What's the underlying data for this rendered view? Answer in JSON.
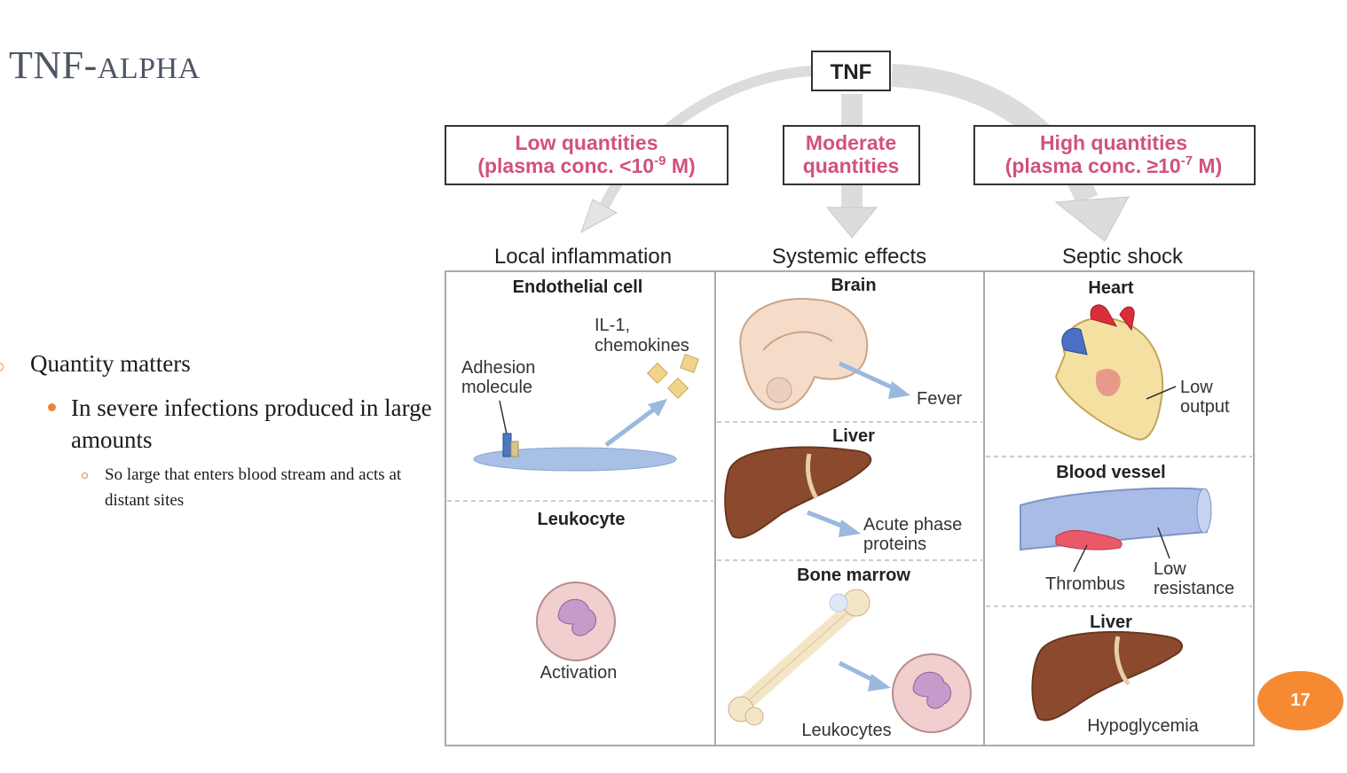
{
  "slide": {
    "title_main": "TNF-",
    "title_rest": "ALPHA",
    "bullet_1": "Quantity matters",
    "bullet_2": "In severe infections produced in large amounts",
    "bullet_3": "So large that enters blood stream and acts at distant sites",
    "page_number": "17"
  },
  "diagram": {
    "source": "TNF",
    "levels": [
      {
        "line1": "Low quantities",
        "line2": "(plasma conc. <10",
        "exp": "-9",
        "end": " M)"
      },
      {
        "line1": "Moderate",
        "line2": "quantities"
      },
      {
        "line1": "High quantities",
        "line2": "(plasma conc. ≥10",
        "exp": "-7",
        "end": " M)"
      }
    ],
    "outcomes": [
      "Local inflammation",
      "Systemic effects",
      "Septic shock"
    ],
    "col1": {
      "endothelial_cell": "Endothelial cell",
      "il1_line1": "IL-1,",
      "il1_line2": "chemokines",
      "adhesion_line1": "Adhesion",
      "adhesion_line2": "molecule",
      "leukocyte": "Leukocyte",
      "activation": "Activation"
    },
    "col2": {
      "brain": "Brain",
      "fever": "Fever",
      "liver": "Liver",
      "acute_line1": "Acute phase",
      "acute_line2": "proteins",
      "bone_marrow": "Bone marrow",
      "leukocytes": "Leukocytes"
    },
    "col3": {
      "heart": "Heart",
      "low_output_line1": "Low",
      "low_output_line2": "output",
      "blood_vessel": "Blood vessel",
      "thrombus": "Thrombus",
      "low_res_line1": "Low",
      "low_res_line2": "resistance",
      "liver": "Liver",
      "hypoglycemia": "Hypoglycemia"
    }
  },
  "colors": {
    "title": "#4e5466",
    "accent_orange": "#f58a33",
    "level_text": "#d2527a",
    "arrow_gray": "#dcdcdc",
    "small_arrow": "#9bb8df",
    "liver": "#8b4a2e"
  }
}
